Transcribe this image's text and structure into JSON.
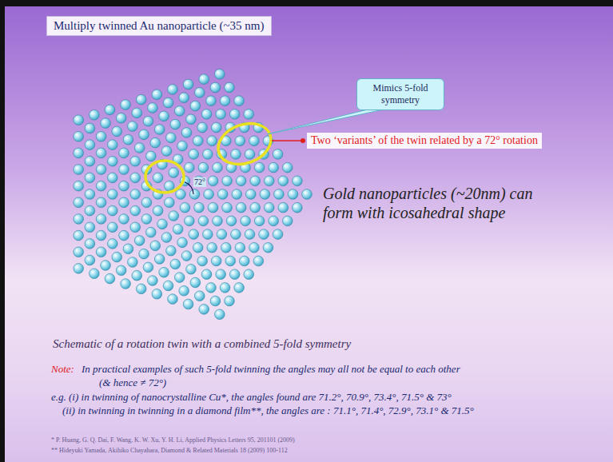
{
  "diagram": {
    "title": "Multiply twinned Au nanoparticle (~35 nm)",
    "caption": "Schematic of a rotation twin with a combined 5-fold symmetry",
    "nodes": [
      {
        "text": [
          "Mimics 5-fold symmetry"
        ]
      },
      {
        "text": [
          "Two ‘variants’ of the twin related by a 72° rotation"
        ]
      }
    ],
    "labels": [
      "72°",
      "Gold nanoparticles (~20nm) can form with icosahedral shape",
      "Note:",
      "In practical examples of such 5-fold twinning the angles may all not be equal to each other",
      "(& hence ≠ 72°)",
      "e.g. (i) in twinning of nanocrystalline Cu*, the angles found are 71.2°, 70.9°, 73.4°, 71.5° & 73°",
      "(ii) in twinning in twinning in a diamond film**, the angles are : 71.1°, 71.4°, 72.9°, 73.1° & 71.5°",
      "* P. Huang, G. Q. Dai, F. Wang, K. W. Xu, Y. H. Li, Applied Physics Letters 95, 201101 (2009)",
      "** Hideyuki Yamada, Akihiko Chayahara, Diamond & Related Materials 18 (2009) 100-112"
    ]
  }
}
